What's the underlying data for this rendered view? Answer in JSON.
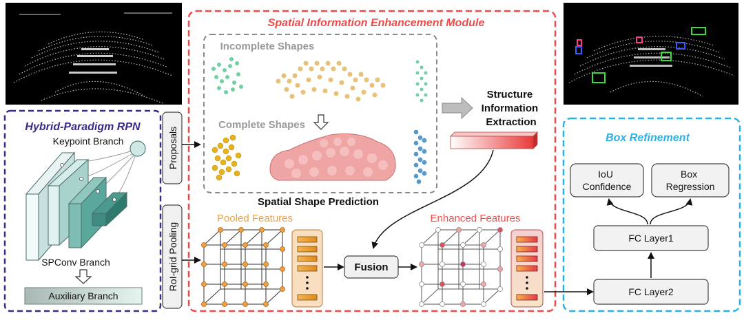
{
  "hybrid_rpn": {
    "title": "Hybrid-Paradigm RPN",
    "keypoint_label": "Keypoint Branch",
    "spconv_label": "SPConv Branch",
    "auxiliary_label": "Auxiliary Branch"
  },
  "side_labels": {
    "proposals": "Proposals",
    "roi_pooling": "RoI-grid Pooling"
  },
  "sie_module": {
    "title": "Spatial Information Enhancement Module",
    "incomplete_label": "Incomplete Shapes",
    "complete_label": "Complete Shapes",
    "ssp_label": "Spatial Shape Prediction",
    "structure_line1": "Structure",
    "structure_line2": "Information",
    "structure_line3": "Extraction",
    "pooled_label": "Pooled Features",
    "enhanced_label": "Enhanced Features",
    "fusion_label": "Fusion"
  },
  "box_refinement": {
    "title": "Box Refinement",
    "iou_line1": "IoU",
    "iou_line2": "Confidence",
    "box_line1": "Box",
    "box_line2": "Regression",
    "fc1_label": "FC Layer1",
    "fc2_label": "FC Layer2"
  },
  "colors": {
    "rpn_border": "#3c2a86",
    "rpn_title": "#3c2a86",
    "sie_border": "#ee4a4a",
    "sie_title": "#ee4a4a",
    "box_border": "#2bb0e6",
    "box_title": "#2bb0e6",
    "pooled_label": "#f0a040",
    "enhanced_label": "#ee5050",
    "incomplete_text": "#999999",
    "point_cloud_bg": "#000000",
    "aux_branch_fill": "#cde8e4",
    "car_fill": "#f0a5a5",
    "yellow_shape": "#e6b21e",
    "blue_shape": "#4fa0d8",
    "green_shape": "#6fd0a0",
    "tan_shape": "#e8c07a"
  }
}
